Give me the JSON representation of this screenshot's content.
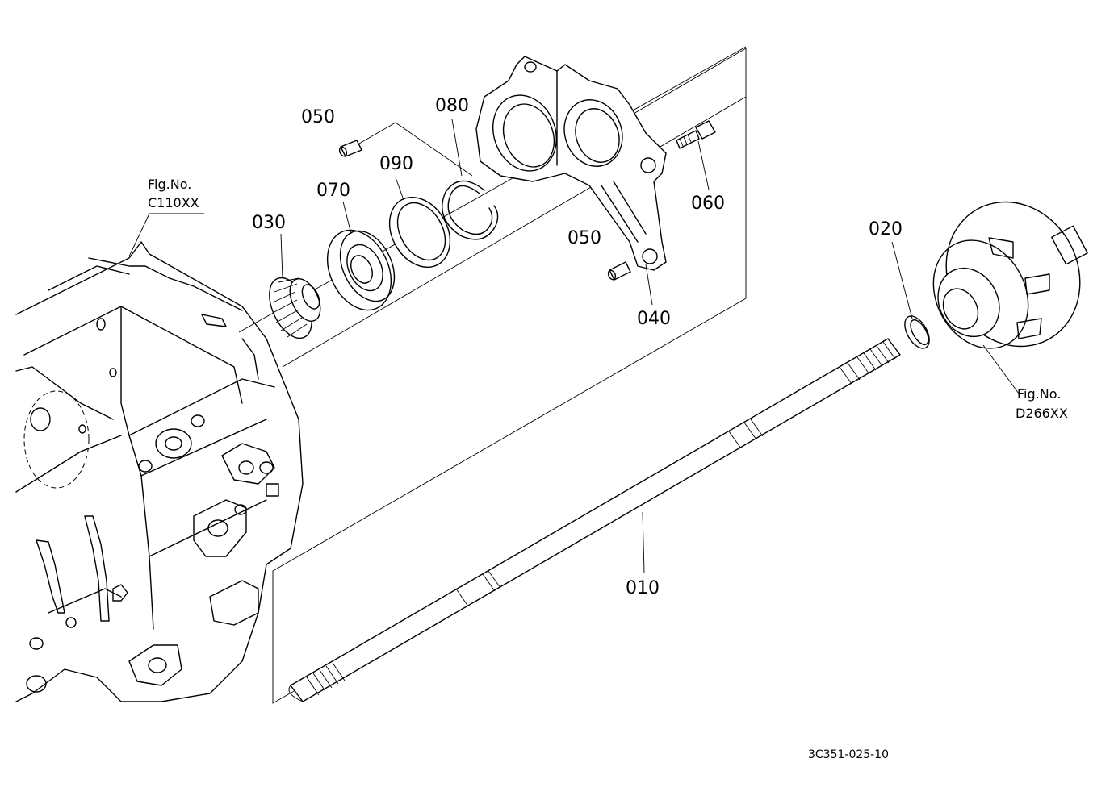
{
  "parts": [
    {
      "id": "p010",
      "label": "010"
    },
    {
      "id": "p020",
      "label": "020"
    },
    {
      "id": "p030",
      "label": "030"
    },
    {
      "id": "p040",
      "label": "040"
    },
    {
      "id": "p050a",
      "label": "050"
    },
    {
      "id": "p050b",
      "label": "050"
    },
    {
      "id": "p060",
      "label": "060"
    },
    {
      "id": "p070",
      "label": "070"
    },
    {
      "id": "p080",
      "label": "080"
    },
    {
      "id": "p090",
      "label": "090"
    }
  ],
  "references": {
    "left": {
      "line1": "Fig.No.",
      "line2": "C110XX"
    },
    "right": {
      "line1": "Fig.No.",
      "line2": "D266XX"
    }
  },
  "drawing_code": "3C351-025-10"
}
